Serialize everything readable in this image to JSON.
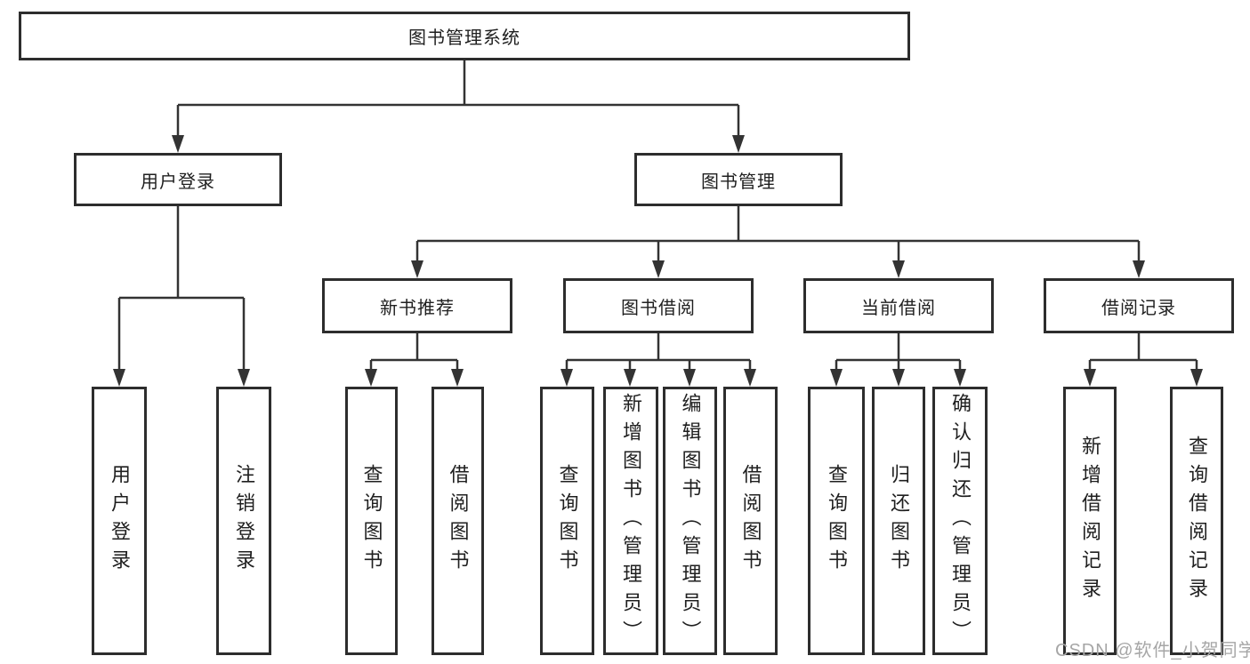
{
  "title": "图书管理系统",
  "colors": {
    "background": "#ffffff",
    "box_border": "#2d2d2d",
    "line": "#333333",
    "text": "#1f1f1f",
    "watermark": "#a6a6a6"
  },
  "tree": {
    "label": "图书管理系统",
    "children": [
      {
        "label": "用户登录",
        "children": [
          {
            "label": "用户登录"
          },
          {
            "label": "注销登录"
          }
        ]
      },
      {
        "label": "图书管理",
        "children": [
          {
            "label": "新书推荐",
            "children": [
              {
                "label": "查询图书"
              },
              {
                "label": "借阅图书"
              }
            ]
          },
          {
            "label": "图书借阅",
            "children": [
              {
                "label": "查询图书"
              },
              {
                "label": "新增图书（管理员）"
              },
              {
                "label": "编辑图书（管理员）"
              },
              {
                "label": "借阅图书"
              }
            ]
          },
          {
            "label": "当前借阅",
            "children": [
              {
                "label": "查询图书"
              },
              {
                "label": "归还图书"
              },
              {
                "label": "确认归还（管理员）"
              }
            ]
          },
          {
            "label": "借阅记录",
            "children": [
              {
                "label": "新增借阅记录"
              },
              {
                "label": "查询借阅记录"
              }
            ]
          }
        ]
      }
    ]
  },
  "watermark": "CSDN @软件_小贺同学"
}
